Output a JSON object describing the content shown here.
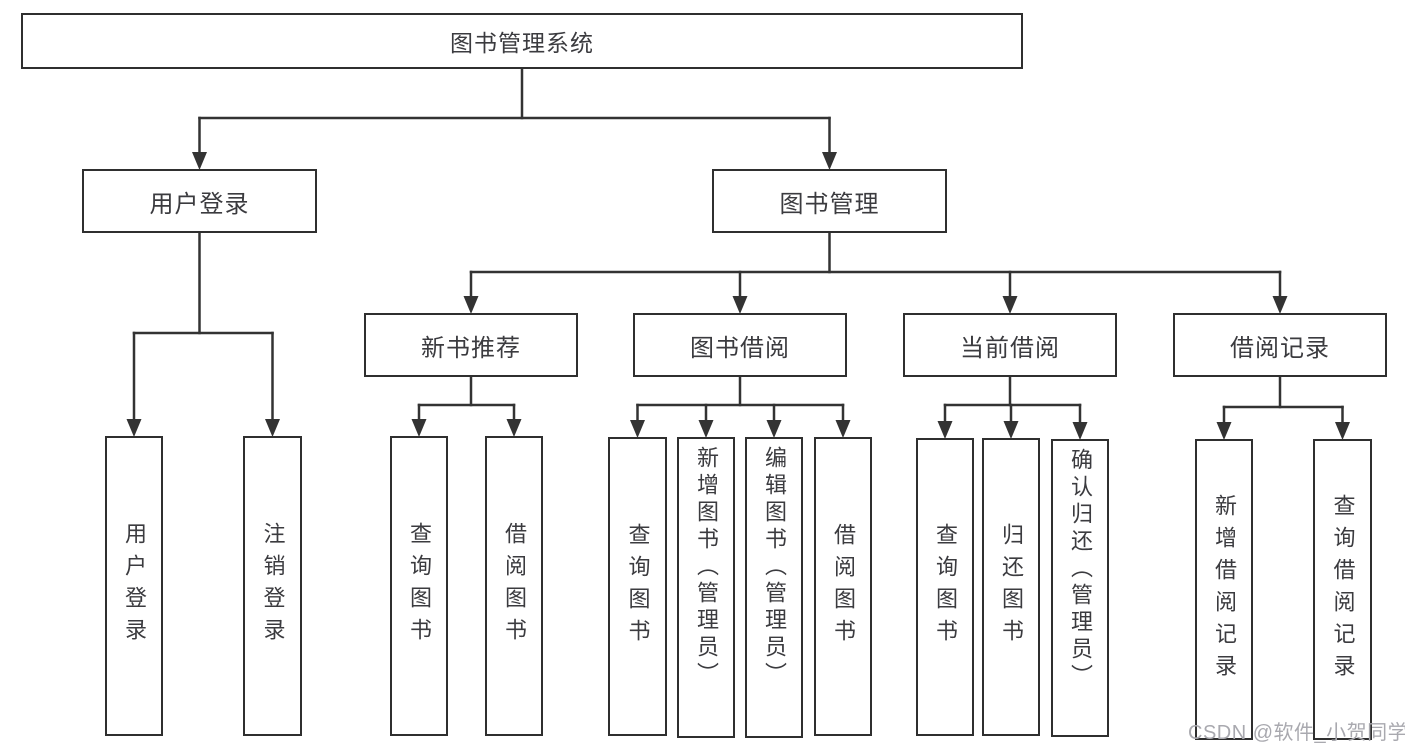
{
  "page": {
    "background": "#ffffff"
  },
  "colors": {
    "line": "#333333",
    "box_border": "#2f2f2f",
    "text": "#3b3b3f",
    "watermark": "#a9a9af"
  },
  "watermark": "CSDN @软件_小贺同学",
  "tree": {
    "id": "root",
    "label": "图书管理系统",
    "children": [
      {
        "id": "user-login",
        "label": "用户登录",
        "children": [
          {
            "id": "leaf-user-login",
            "label": "用户登录"
          },
          {
            "id": "leaf-logout",
            "label": "注销登录"
          }
        ]
      },
      {
        "id": "book-mgmt",
        "label": "图书管理",
        "children": [
          {
            "id": "new-book-rec",
            "label": "新书推荐",
            "children": [
              {
                "id": "rec-query-book",
                "label": "查询图书"
              },
              {
                "id": "rec-borrow-book",
                "label": "借阅图书"
              }
            ]
          },
          {
            "id": "book-borrow",
            "label": "图书借阅",
            "children": [
              {
                "id": "bb-query-book",
                "label": "查询图书"
              },
              {
                "id": "bb-add-book",
                "label": "新增图书（管理员）"
              },
              {
                "id": "bb-edit-book",
                "label": "编辑图书（管理员）"
              },
              {
                "id": "bb-borrow-book",
                "label": "借阅图书"
              }
            ]
          },
          {
            "id": "current-borrow",
            "label": "当前借阅",
            "children": [
              {
                "id": "cb-query-book",
                "label": "查询图书"
              },
              {
                "id": "cb-return-book",
                "label": "归还图书"
              },
              {
                "id": "cb-confirm-return",
                "label": "确认归还（管理员）"
              }
            ]
          },
          {
            "id": "borrow-history",
            "label": "借阅记录",
            "children": [
              {
                "id": "bh-add-record",
                "label": "新增借阅记录"
              },
              {
                "id": "bh-query-record",
                "label": "查询借阅记录"
              }
            ]
          }
        ]
      }
    ]
  }
}
